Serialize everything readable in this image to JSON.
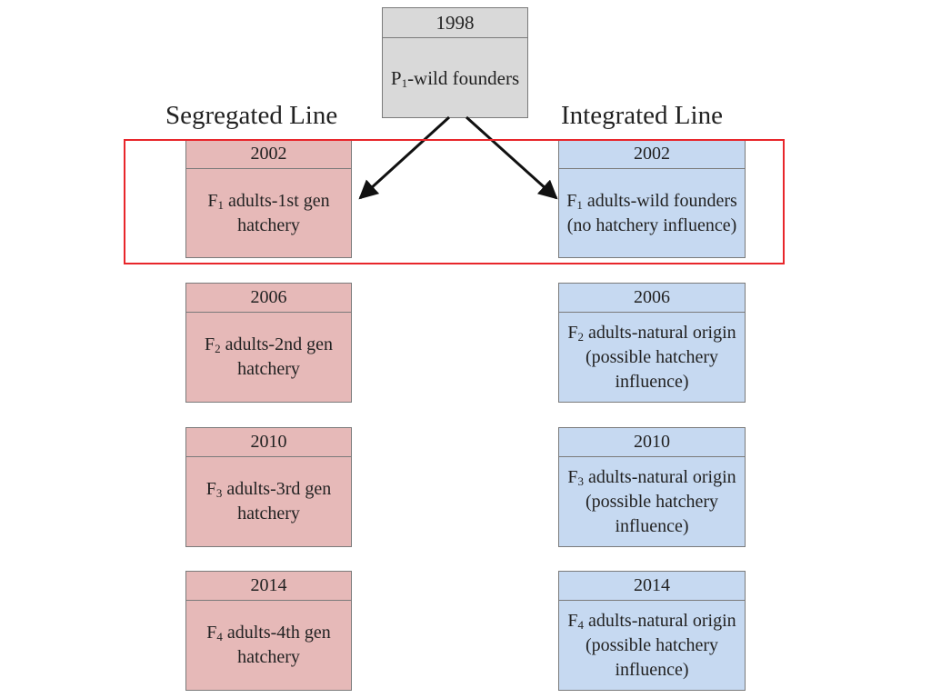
{
  "root": {
    "year": "1998",
    "letter": "P",
    "sub": "1",
    "rest": "-wild founders"
  },
  "headings": {
    "left": "Segregated Line",
    "right": "Integrated Line"
  },
  "segregated": [
    {
      "year": "2002",
      "letter": "F",
      "sub": "1",
      "rest": " adults-1st gen hatchery"
    },
    {
      "year": "2006",
      "letter": "F",
      "sub": "2",
      "rest": " adults-2nd gen hatchery"
    },
    {
      "year": "2010",
      "letter": "F",
      "sub": "3",
      "rest": " adults-3rd gen hatchery"
    },
    {
      "year": "2014",
      "letter": "F",
      "sub": "4",
      "rest": " adults-4th gen hatchery"
    }
  ],
  "integrated": [
    {
      "year": "2002",
      "letter": "F",
      "sub": "1",
      "rest": " adults-wild founders (no hatchery influence)"
    },
    {
      "year": "2006",
      "letter": "F",
      "sub": "2",
      "rest": " adults-natural origin (possible hatchery influence)"
    },
    {
      "year": "2010",
      "letter": "F",
      "sub": "3",
      "rest": " adults-natural origin (possible hatchery influence)"
    },
    {
      "year": "2014",
      "letter": "F",
      "sub": "4",
      "rest": " adults-natural origin (possible hatchery influence)"
    }
  ],
  "colors": {
    "root": "#d9d9d9",
    "segregated": "#e6b9b8",
    "integrated": "#c6d9f1",
    "highlight": "#e8262b"
  }
}
